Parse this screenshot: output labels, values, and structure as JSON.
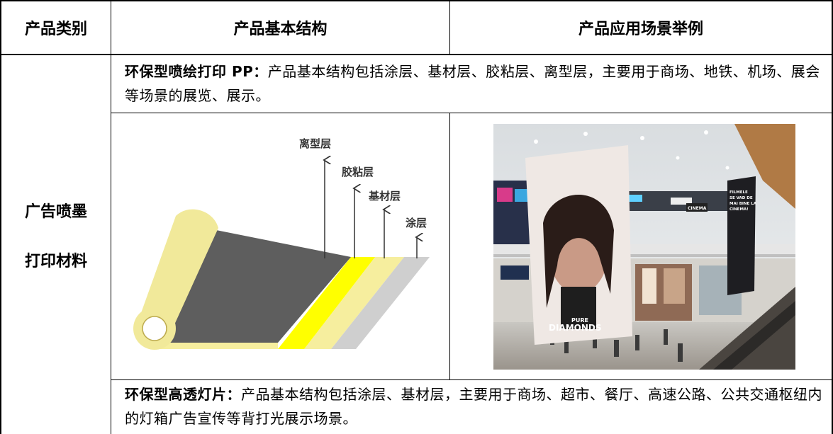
{
  "table": {
    "headers": [
      "产品类别",
      "产品基本结构",
      "产品应用场景举例"
    ],
    "category": {
      "line1": "广告喷墨",
      "line2": "打印材料"
    },
    "rows": [
      {
        "name": "环保型喷绘打印 PP",
        "sep": "：",
        "description": "产品基本结构包括涂层、基材层、胶粘层、离型层，主要用于商场、地铁、机场、展会等场景的展览、展示。"
      },
      {
        "name": "环保型高透灯片",
        "sep": "：",
        "description": "产品基本结构包括涂层、基材层，主要用于商场、超市、餐厅、高速公路、公共交通枢纽内的灯箱广告宣传等背打光展示场景。"
      }
    ]
  },
  "diagram": {
    "layers": [
      "离型层",
      "胶粘层",
      "基材层",
      "涂层"
    ],
    "colors": {
      "roll": "#f1e99a",
      "base": "#5e5e5e",
      "adhesive": "#ffff00",
      "substrate": "#f6ee9e",
      "coating": "#cfcfcf"
    }
  },
  "photo": {
    "signs": [
      "PURE",
      "DIAMONDS",
      "FILMELE",
      "SE VAD DE",
      "MAI BINE LA",
      "CINEMA!",
      "CINEMA"
    ]
  }
}
